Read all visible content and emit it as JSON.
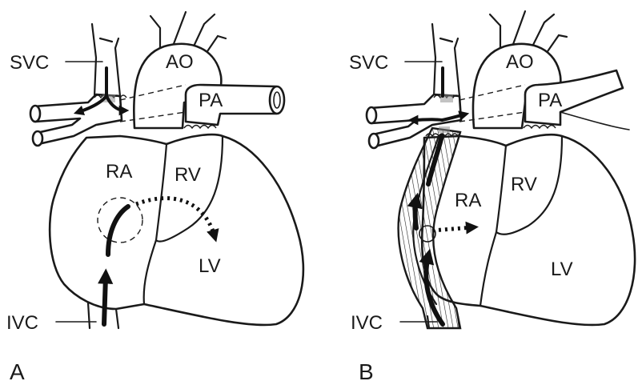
{
  "panels": [
    {
      "letter": "A",
      "labels": {
        "svc": "SVC",
        "ao": "AO",
        "pa": "PA",
        "ra": "RA",
        "rv": "RV",
        "lv": "LV",
        "ivc": "IVC"
      }
    },
    {
      "letter": "B",
      "labels": {
        "svc": "SVC",
        "ao": "AO",
        "pa": "PA",
        "ra": "RA",
        "rv": "RV",
        "lv": "LV",
        "ivc": "IVC"
      }
    }
  ],
  "colors": {
    "ink": "#1a1a1a",
    "background": "#ffffff"
  }
}
